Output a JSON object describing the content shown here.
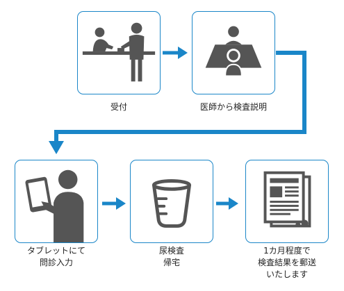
{
  "colors": {
    "accent": "#1a86c8",
    "icon": "#555555",
    "text": "#222222"
  },
  "steps": [
    {
      "icon": "reception-desk-icon",
      "lines": [
        "受付"
      ]
    },
    {
      "icon": "doctor-consultation-icon",
      "lines": [
        "医師から検査説明"
      ]
    },
    {
      "icon": "tablet-user-icon",
      "lines": [
        "タブレットにて",
        "問診入力"
      ]
    },
    {
      "icon": "specimen-cup-icon",
      "lines": [
        "尿検査",
        "帰宅"
      ]
    },
    {
      "icon": "document-report-icon",
      "lines": [
        "1カ月程度で",
        "検査結果を郵送",
        "いたします"
      ]
    }
  ]
}
